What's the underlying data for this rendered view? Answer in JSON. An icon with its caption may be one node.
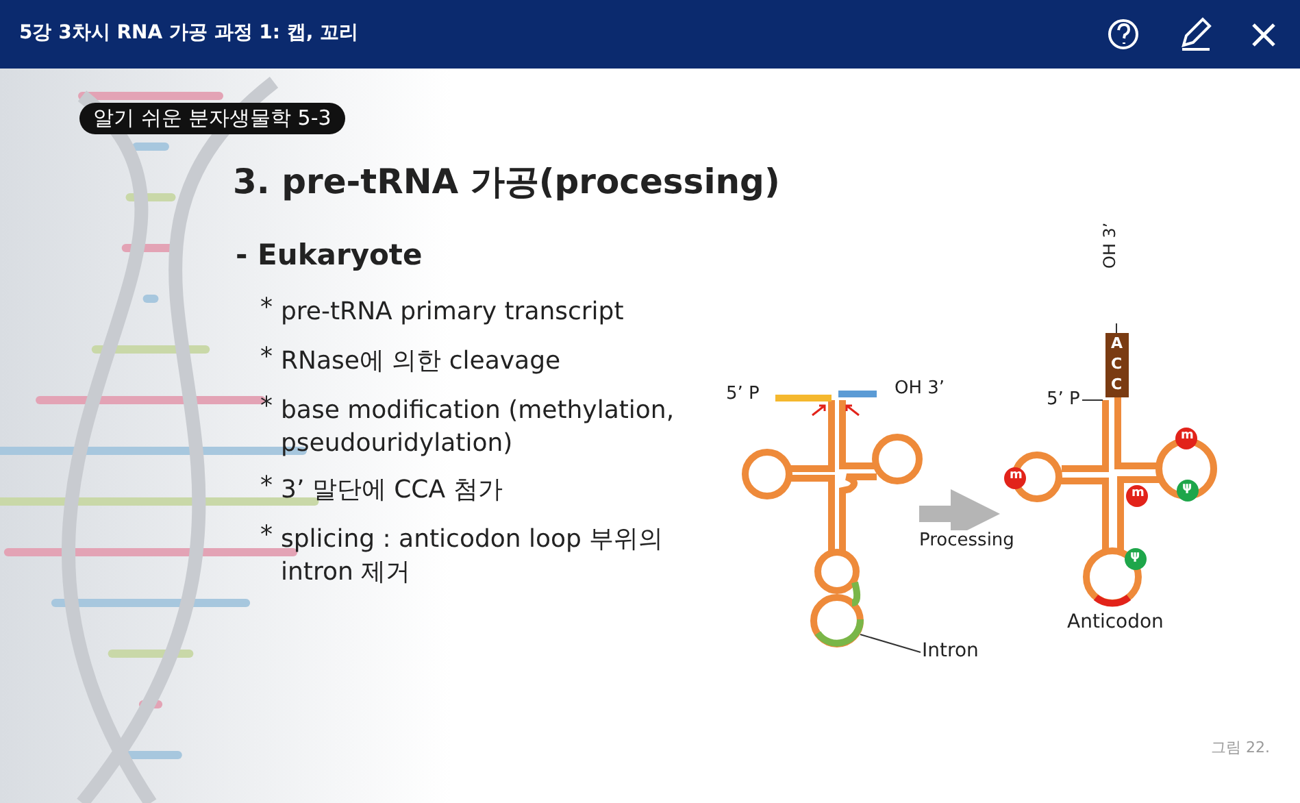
{
  "diagram": {
    "title": "3. pre-tRNA 가공(processing)",
    "nodes": [
      {
        "text": [],
        "shape": "picture"
      },
      {
        "text": [],
        "shape": "picture",
        "beside": [
          "Anticodon"
        ]
      },
      {
        "text": [
          "Intron"
        ]
      }
    ],
    "edges": [
      {
        "from": 0,
        "to": 1,
        "arrow": "to",
        "label": "Processing",
        "style": "thick",
        "color": "#b5b5b5"
      },
      {
        "from": 2,
        "to": 0,
        "arrow": "none",
        "color": "#333333"
      }
    ],
    "labels": [
      "5강 3차시 RNA 가공 과정 1: 캡, 꼬리",
      "알기 쉬운 분자생물학 5-3",
      "- Eukaryote",
      "*",
      "pre-tRNA primary transcript",
      "*",
      "RNase에 의한 cleavage",
      "*",
      "base modification (methylation, pseudouridylation)",
      "*",
      "3’ 말단에 CCA 첨가",
      "*",
      "splicing : anticodon loop 부위의 intron 제거",
      "OH 3’",
      "5’ P",
      "OH 3’",
      "A",
      "C",
      "C",
      "5’ P",
      "m",
      "m",
      "m",
      "ψ",
      "ψ",
      "그림 22."
    ]
  }
}
